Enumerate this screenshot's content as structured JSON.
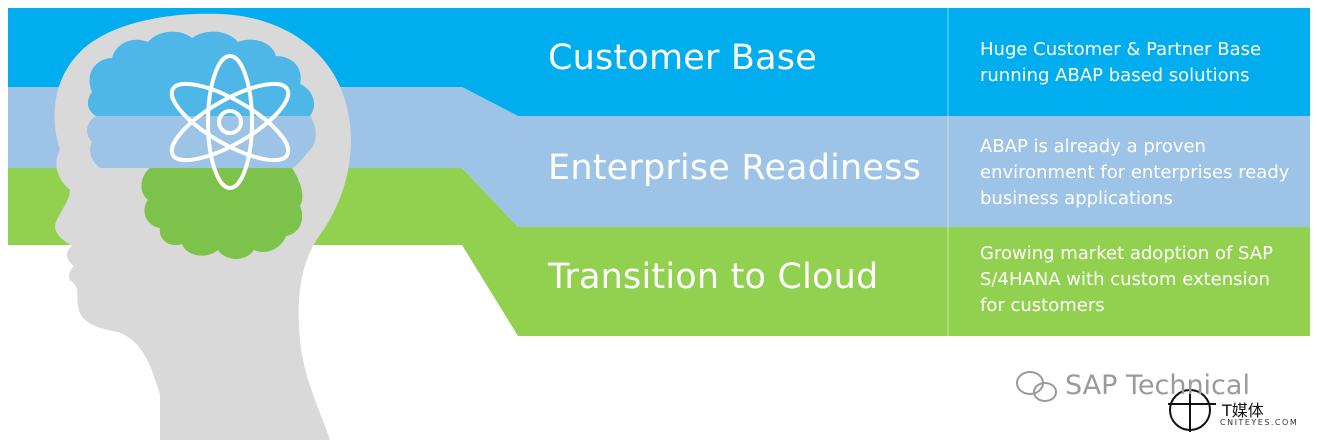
{
  "colors": {
    "blue": "#00ADEF",
    "light_blue": "#9DC3E6",
    "green": "#92D050",
    "head": "#D9D9D9",
    "brain_blue": "#4FB6E8",
    "brain_green": "#7DC24B"
  },
  "rows": [
    {
      "title": "Customer Base",
      "desc_lines": [
        "Huge Customer & Partner Base",
        "running ABAP based solutions"
      ]
    },
    {
      "title": "Enterprise Readiness",
      "desc_lines": [
        "ABAP is already a proven",
        "environment for enterprises ready",
        "business applications"
      ]
    },
    {
      "title": "Transition to Cloud",
      "desc_lines": [
        "Growing market adoption of SAP",
        "S/4HANA with custom extension",
        "for customers"
      ]
    }
  ],
  "icons": {
    "head": "head-silhouette-icon",
    "brain": "brain-icon",
    "atom": "atom-icon"
  },
  "watermark": {
    "text": "SAP Technical",
    "cn": "T媒体",
    "url": "CNITEYES.COM"
  }
}
